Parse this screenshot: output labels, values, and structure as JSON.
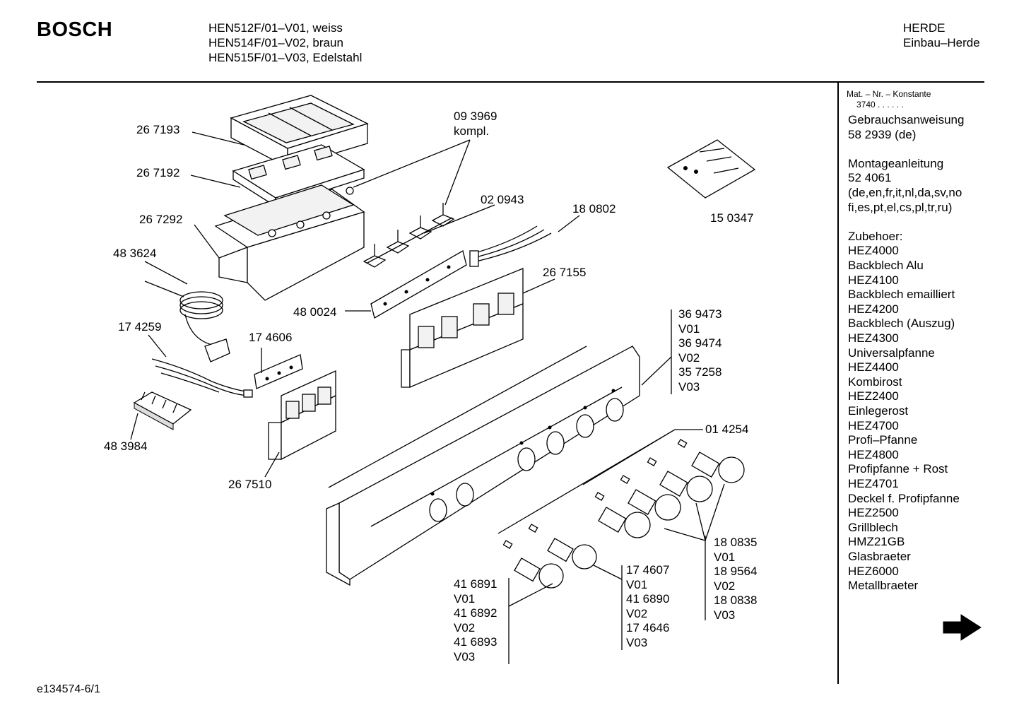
{
  "header": {
    "brand": "BOSCH",
    "models": [
      "HEN512F/01–V01, weiss",
      "HEN514F/01–V02, braun",
      "HEN515F/01–V03, Edelstahl"
    ],
    "category": "HERDE",
    "subcategory": "Einbau–Herde"
  },
  "sidebar": {
    "mat_label": "Mat. – Nr. – Konstante",
    "mat_value": "3740  .  .  .  .  .  .",
    "lines": [
      "Gebrauchsanweisung",
      "58 2939 (de)",
      "",
      "Montageanleitung",
      "52 4061",
      "(de,en,fr,it,nl,da,sv,no",
      "fi,es,pt,el,cs,pl,tr,ru)",
      "",
      "Zubehoer:",
      "HEZ4000",
      "Backblech Alu",
      "HEZ4100",
      "Backblech emailliert",
      "HEZ4200",
      "Backblech (Auszug)",
      "HEZ4300",
      "Universalpfanne",
      "HEZ4400",
      "Kombirost",
      "HEZ2400",
      "Einlegerost",
      "HEZ4700",
      "Profi–Pfanne",
      "HEZ4800",
      "Profipfanne + Rost",
      "HEZ4701",
      "Deckel f. Profipfanne",
      "HEZ2500",
      "Grillblech",
      "HMZ21GB",
      "Glasbraeter",
      "HEZ6000",
      "Metallbraeter"
    ],
    "arrow_icon": "right-arrow-icon"
  },
  "parts": {
    "p267193": "26 7193",
    "p267192": "26 7192",
    "p267292": "26 7292",
    "p483624": "48 3624",
    "p174259": "17 4259",
    "p483984": "48 3984",
    "p174606": "17 4606",
    "p267510": "26 7510",
    "p093969": "09 3969",
    "kompl": "kompl.",
    "p020943": "02 0943",
    "p180802": "18 0802",
    "p480024": "48 0024",
    "p267155": "26 7155",
    "p150347": "15 0347",
    "p014254": "01 4254",
    "group_panel": [
      "36 9473",
      "V01",
      "36 9474",
      "V02",
      "35 7258",
      "V03"
    ],
    "group_knob_large": [
      "18 0835",
      "V01",
      "18 9564",
      "V02",
      "18 0838",
      "V03"
    ],
    "group_knob_mid": [
      "17 4607",
      "V01",
      "41 6890",
      "V02",
      "17 4646",
      "V03"
    ],
    "group_knob_small": [
      "41 6891",
      "V01",
      "41 6892",
      "V02",
      "41 6893",
      "V03"
    ]
  },
  "footer": {
    "doc_id": "e134574-6/1"
  }
}
